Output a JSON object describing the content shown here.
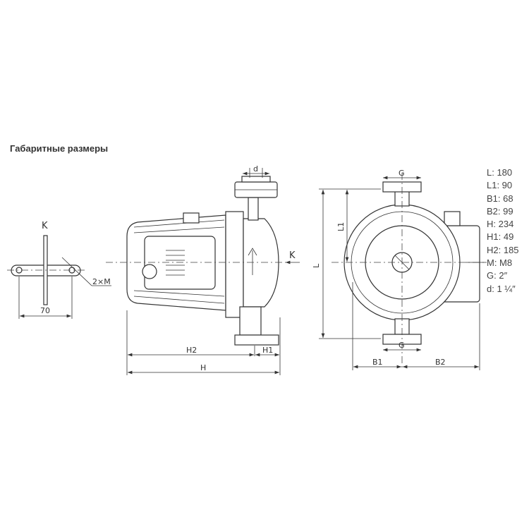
{
  "title": "Габаритные размеры",
  "labels": {
    "k_left": "K",
    "k_arrow": "K",
    "two_m": "2×M",
    "dim_70": "70",
    "d": "d",
    "h2": "H2",
    "h1": "H1",
    "h": "H",
    "g_top": "G",
    "g_bottom": "G",
    "l1": "L1",
    "l": "L",
    "b1": "B1",
    "b2": "B2"
  },
  "specs": [
    "L: 180",
    "L1: 90",
    "B1: 68",
    "B2: 99",
    "H: 234",
    "H1: 49",
    "H2: 185",
    "M: M8",
    "G: 2″",
    "d: 1 ¼″"
  ]
}
